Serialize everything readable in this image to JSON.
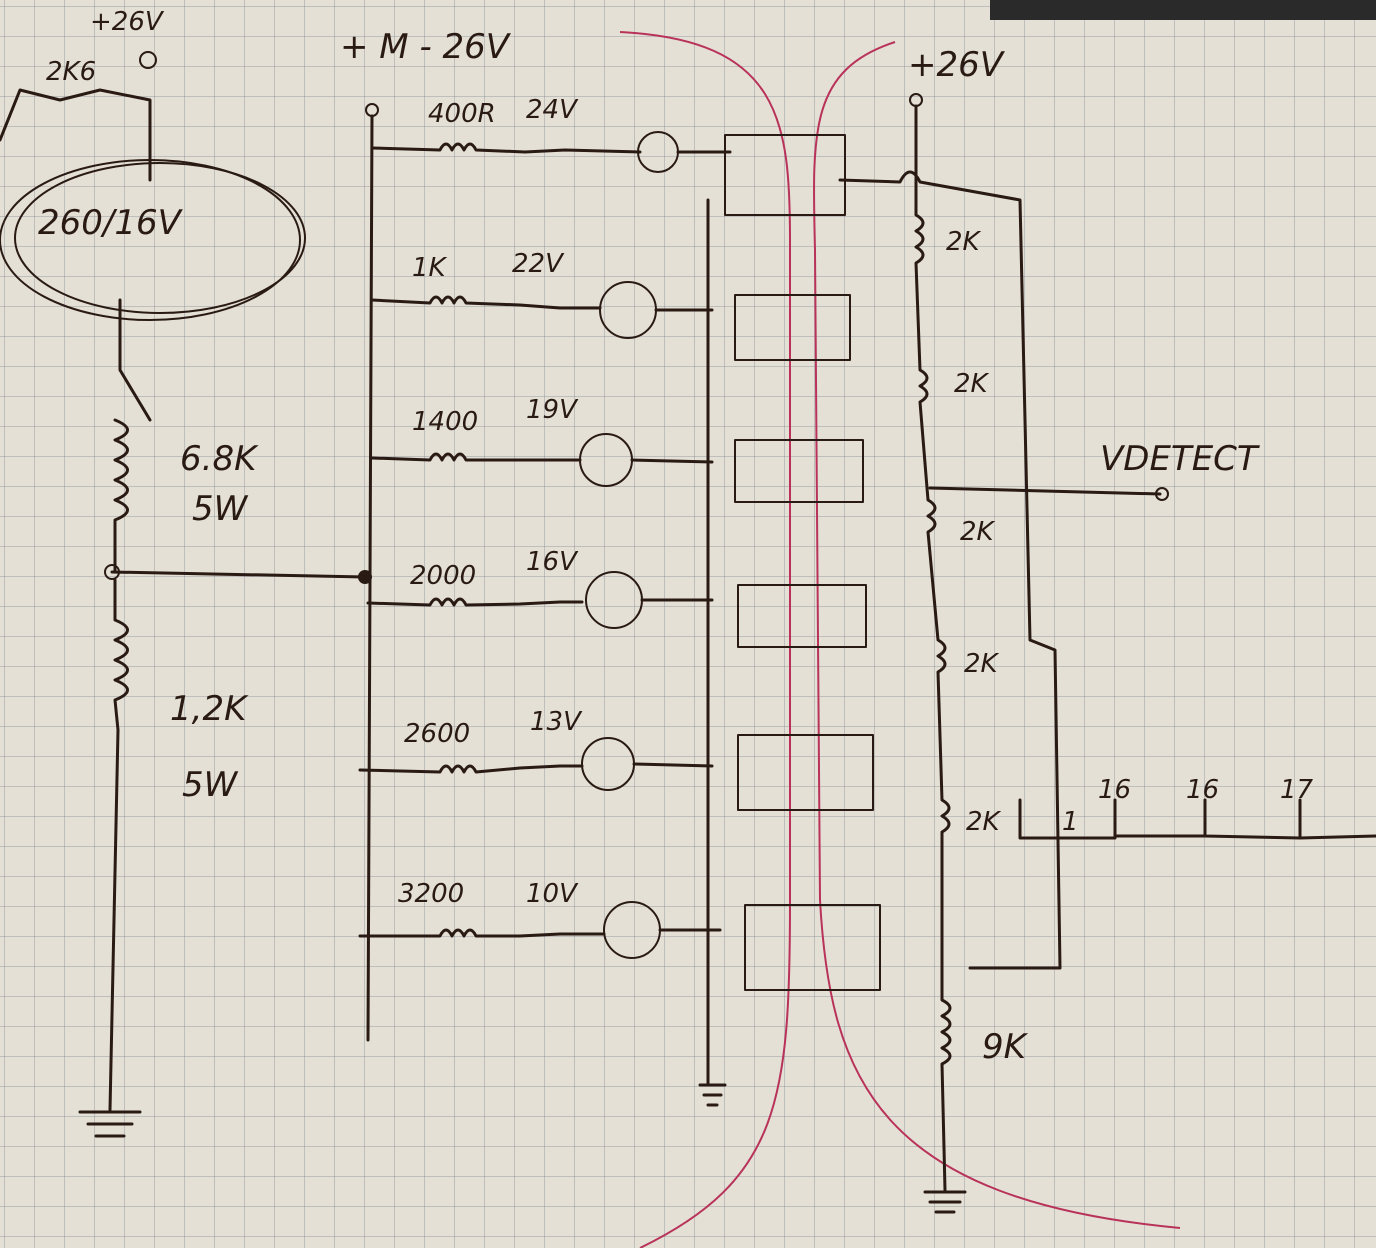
{
  "rails": {
    "input_rail": "+ M - 26V",
    "supply_rail": "+26V",
    "top_left_supply": "+26V",
    "top_left_resistor": "2K6"
  },
  "transformer": {
    "label": "260/16V"
  },
  "divider": {
    "upper": {
      "value": "6.8K",
      "power": "5W"
    },
    "lower": {
      "value": "1,2K",
      "power": "5W"
    }
  },
  "stages": [
    {
      "resistor": "400R",
      "zener": "24V"
    },
    {
      "resistor": "1K",
      "zener": "22V"
    },
    {
      "resistor": "1400",
      "zener": "19V"
    },
    {
      "resistor": "2000",
      "zener": "16V"
    },
    {
      "resistor": "2600",
      "zener": "13V"
    },
    {
      "resistor": "3200",
      "zener": "10V"
    }
  ],
  "pullups": [
    "2K",
    "2K",
    "2K",
    "2K",
    "2K"
  ],
  "bottom_resistor": "9K",
  "output": {
    "label": "VDETECT"
  },
  "bus_labels": [
    "1",
    "16",
    "16",
    "17"
  ],
  "colors": {
    "ink": "#2a1a14",
    "red_trace": "#b8325a",
    "paper": "#e4e0d5"
  }
}
